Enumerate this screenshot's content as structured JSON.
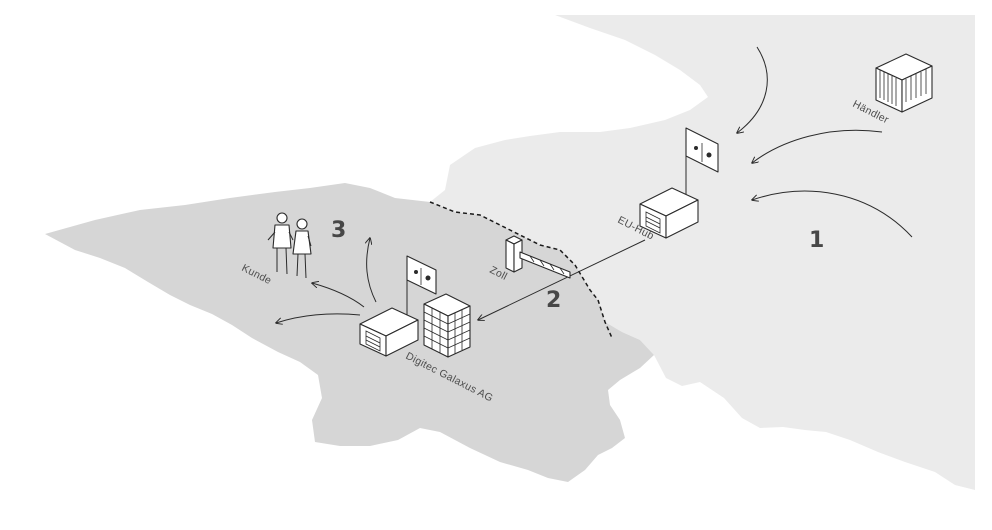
{
  "labels": {
    "step1": "1",
    "step2": "2",
    "step3": "3",
    "haendler": "Händler",
    "eu_hub": "EU-Hub",
    "zoll": "Zoll",
    "digitec": "Digitec Galaxus AG",
    "kunde": "Kunde"
  },
  "colors": {
    "eu_land": "#ebebeb",
    "ch_land": "#d6d6d6",
    "lines": "#2b2b2b",
    "text": "#4d4d4d"
  },
  "icons": [
    "eu-flag-icon",
    "swiss-flag-icon",
    "warehouse-icon",
    "shop-icon",
    "barrier-icon",
    "parcel-locker-icon",
    "people-icon"
  ]
}
